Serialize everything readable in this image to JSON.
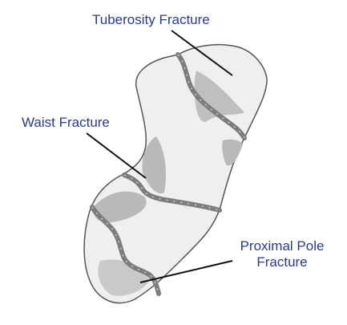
{
  "labels": {
    "tuberosity": "Tuberosity Fracture",
    "waist": "Waist Fracture",
    "proximal_line1": "Proximal Pole",
    "proximal_line2": "Fracture"
  },
  "colors": {
    "bone_fill": "#efefef",
    "bone_outline": "#555555",
    "shade": "#b9b9b9",
    "fracture_band": "#7d7d7d",
    "leader_line": "#111111",
    "label_text": "#2b3a8c"
  }
}
